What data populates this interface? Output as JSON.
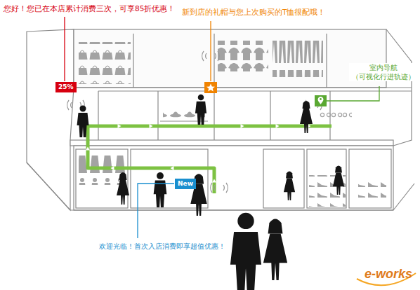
{
  "diagram": {
    "nodes": [
      {
        "text": [
          "25%"
        ]
      },
      {
        "text": [
          "New"
        ]
      }
    ],
    "labels": [
      "您好！您已在本店累计消费三次，可享85折优惠！",
      "新到店的礼帽与您上次购买的T恤很配哦！",
      "室内导航 （可视化行进轨迹）",
      "欢迎光临！首次入店消费即享超值优惠！",
      "e-works"
    ]
  }
}
